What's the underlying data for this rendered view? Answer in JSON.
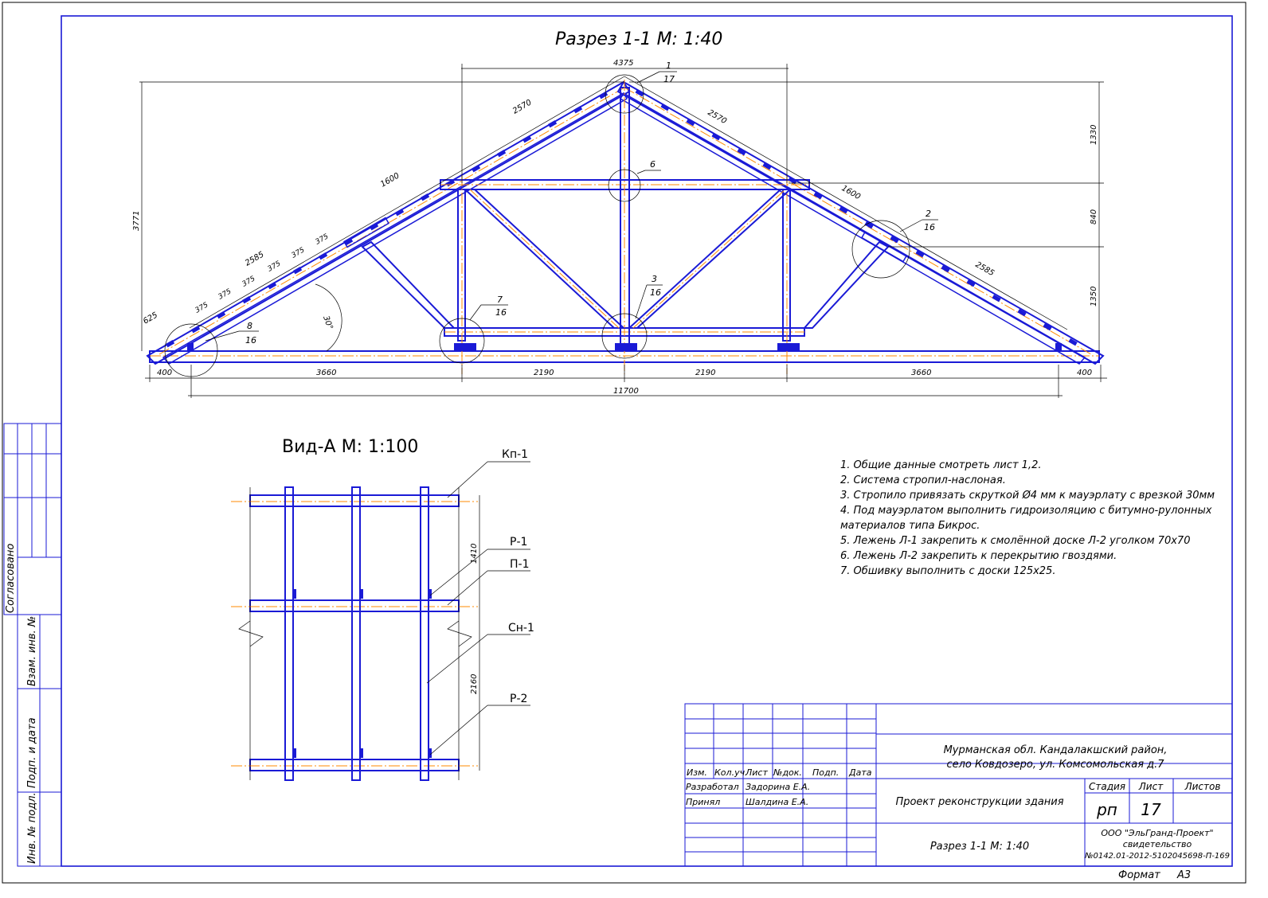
{
  "section_title": "Разрез 1-1 М: 1:40",
  "view_title": "Вид-А М: 1:100",
  "dimensions": {
    "top_offset": "4375",
    "top_heights": [
      "1330",
      "840",
      "1350"
    ],
    "total_height": "3771",
    "slope_left": [
      "2570",
      "1600",
      "2585",
      "625"
    ],
    "slope_right": [
      "2570",
      "1600",
      "2585"
    ],
    "batten_spacing": [
      "375",
      "375",
      "375",
      "375",
      "375",
      "375"
    ],
    "bottom_spans": [
      "400",
      "3660",
      "2190",
      "2190",
      "3660",
      "400"
    ],
    "total_span": "11700",
    "angle": "30°",
    "view_heights": [
      "1410",
      "2160"
    ]
  },
  "callouts": [
    {
      "num": "1",
      "sheet": "17"
    },
    {
      "num": "2",
      "sheet": "16"
    },
    {
      "num": "3",
      "sheet": "16"
    },
    {
      "num": "6",
      "sheet": ""
    },
    {
      "num": "7",
      "sheet": "16"
    },
    {
      "num": "8",
      "sheet": "16"
    }
  ],
  "view_labels": [
    "Кп-1",
    "Р-1",
    "П-1",
    "Сн-1",
    "Р-2"
  ],
  "notes": [
    "1.  Общие данные смотреть лист 1,2.",
    "2.  Система стропил-наслоная.",
    "3.  Стропило привязать скруткой Ø4 мм к мауэрлату с врезкой 30мм",
    "4.  Под мауэрлатом выполнить гидроизоляцию с битумно-рулонных",
    "      материалов типа Бикрос.",
    "5.  Лежень Л-1 закрепить к смолённой доске Л-2 уголком 70х70",
    "6.  Лежень Л-2 закрепить к перекрытию гвоздями.",
    "7.  Обшивку выполнить с доски 125х25."
  ],
  "side_stamp": {
    "agreed": "Согласовано",
    "inv_vzam": "Взам. инв. №",
    "sign_date": "Подп. и дата",
    "inv_orig": "Инв. № подл."
  },
  "title_block": {
    "address_line1": "Мурманская обл. Кандалакшский район,",
    "address_line2": "село Ковдозеро, ул. Комсомольская д.7",
    "col_headers": [
      "Изм.",
      "Кол.уч.",
      "Лист",
      "№док.",
      "Подп.",
      "Дата"
    ],
    "role_developed": "Разработал",
    "name_developed": "Задорина Е.А.",
    "role_accepted": "Принял",
    "name_accepted": "Шалдина Е.А.",
    "project": "Проект реконструкции  здания",
    "stage_header": "Стадия",
    "sheet_header": "Лист",
    "sheets_header": "Листов",
    "stage_value": "рп",
    "sheet_value": "17",
    "drawing_name": "Разрез 1-1 М: 1:40",
    "company_line1": "ООО \"ЭльГранд-Проект\"",
    "company_line2": "свидетельство",
    "company_line3": "№0142.01-2012-5102045698-П-169",
    "format_label": "Формат",
    "format_value": "А3"
  },
  "colors": {
    "line": "#1a1ad6",
    "axis": "#ff8a00",
    "text": "#000000"
  }
}
